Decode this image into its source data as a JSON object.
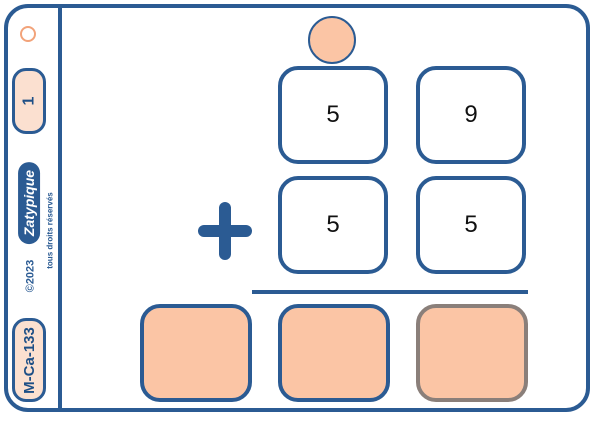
{
  "sidebar": {
    "page_number": "1",
    "logo_text": "Zatypique",
    "rights_text": "tous droits réservés",
    "copyright_text": "©2023",
    "exercise_code": "M-Ca-133"
  },
  "addition": {
    "operator": "+",
    "rows": [
      [
        "5",
        "9"
      ],
      [
        "5",
        "5"
      ]
    ],
    "answer_slots": [
      "",
      "",
      ""
    ]
  },
  "colors": {
    "border_blue": "#2b5b93",
    "peach": "#fbc5a5"
  }
}
